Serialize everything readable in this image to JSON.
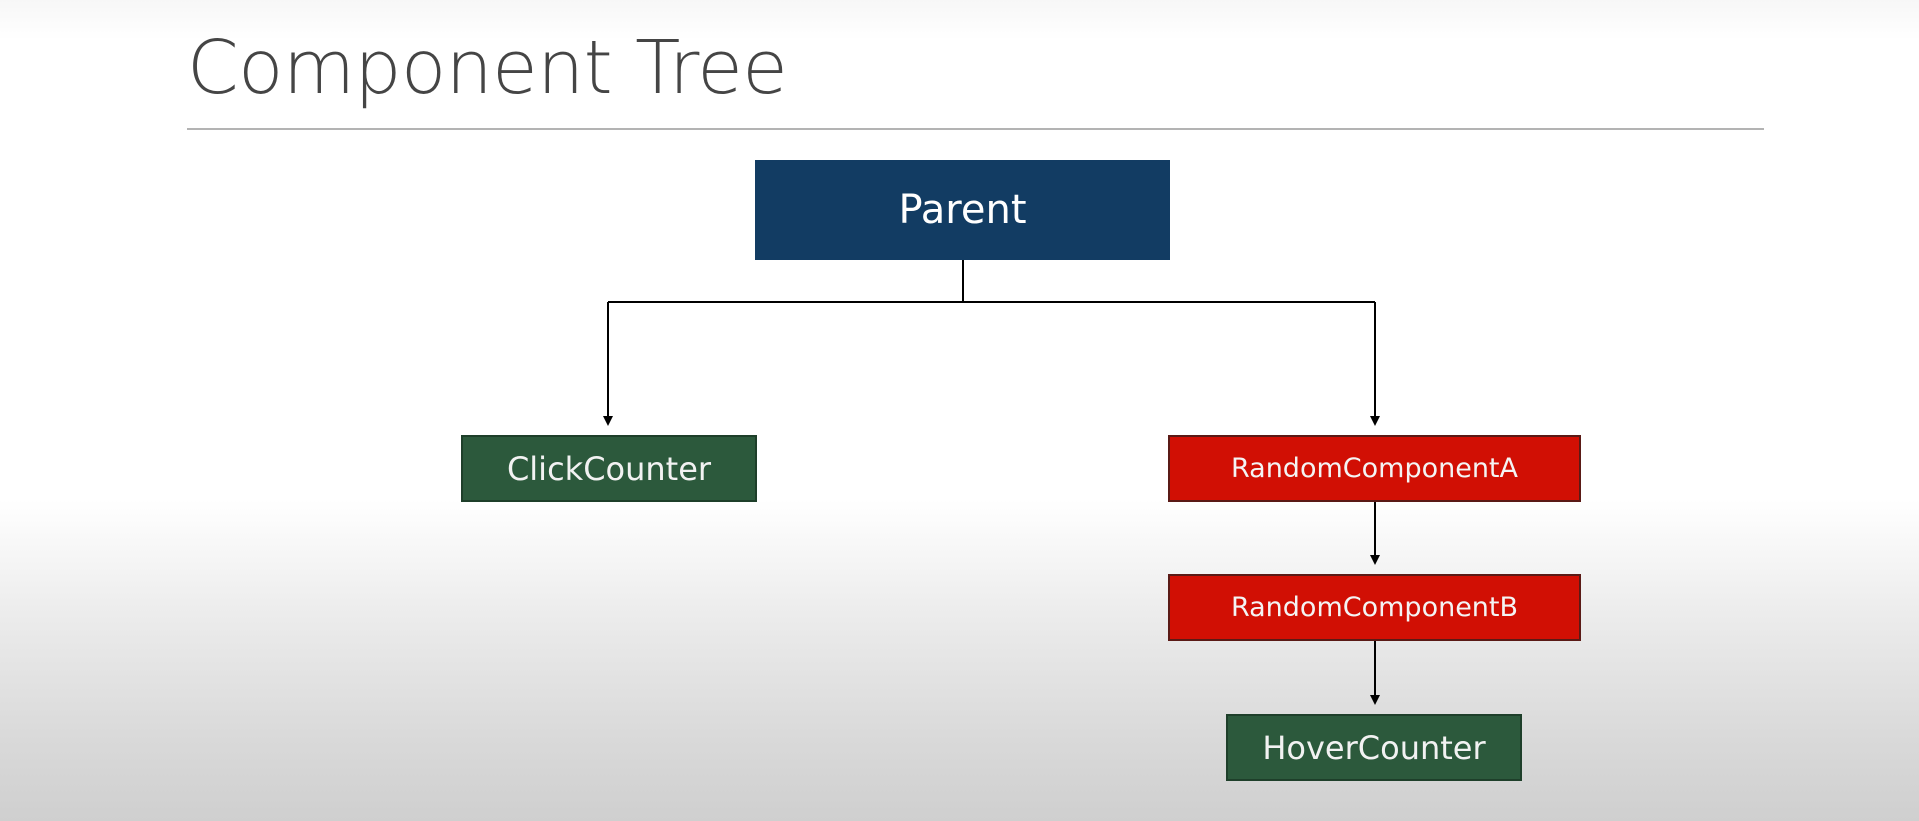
{
  "slide": {
    "title": "Component Tree"
  },
  "tree": {
    "root": {
      "label": "Parent",
      "color": "#123c63"
    },
    "children": [
      {
        "label": "ClickCounter",
        "color": "#2c593c",
        "kind": "green"
      },
      {
        "label": "RandomComponentA",
        "color": "#d10f04",
        "kind": "red"
      },
      {
        "label": "RandomComponentB",
        "color": "#d10f04",
        "kind": "red"
      },
      {
        "label": "HoverCounter",
        "color": "#2c593c",
        "kind": "green"
      }
    ],
    "edges": [
      {
        "from": "Parent",
        "to": "ClickCounter"
      },
      {
        "from": "Parent",
        "to": "RandomComponentA"
      },
      {
        "from": "RandomComponentA",
        "to": "RandomComponentB"
      },
      {
        "from": "RandomComponentB",
        "to": "HoverCounter"
      }
    ]
  },
  "colors": {
    "root": "#123c63",
    "green": "#2c593c",
    "red": "#d10f04",
    "connector": "#000000",
    "title": "#454545"
  }
}
